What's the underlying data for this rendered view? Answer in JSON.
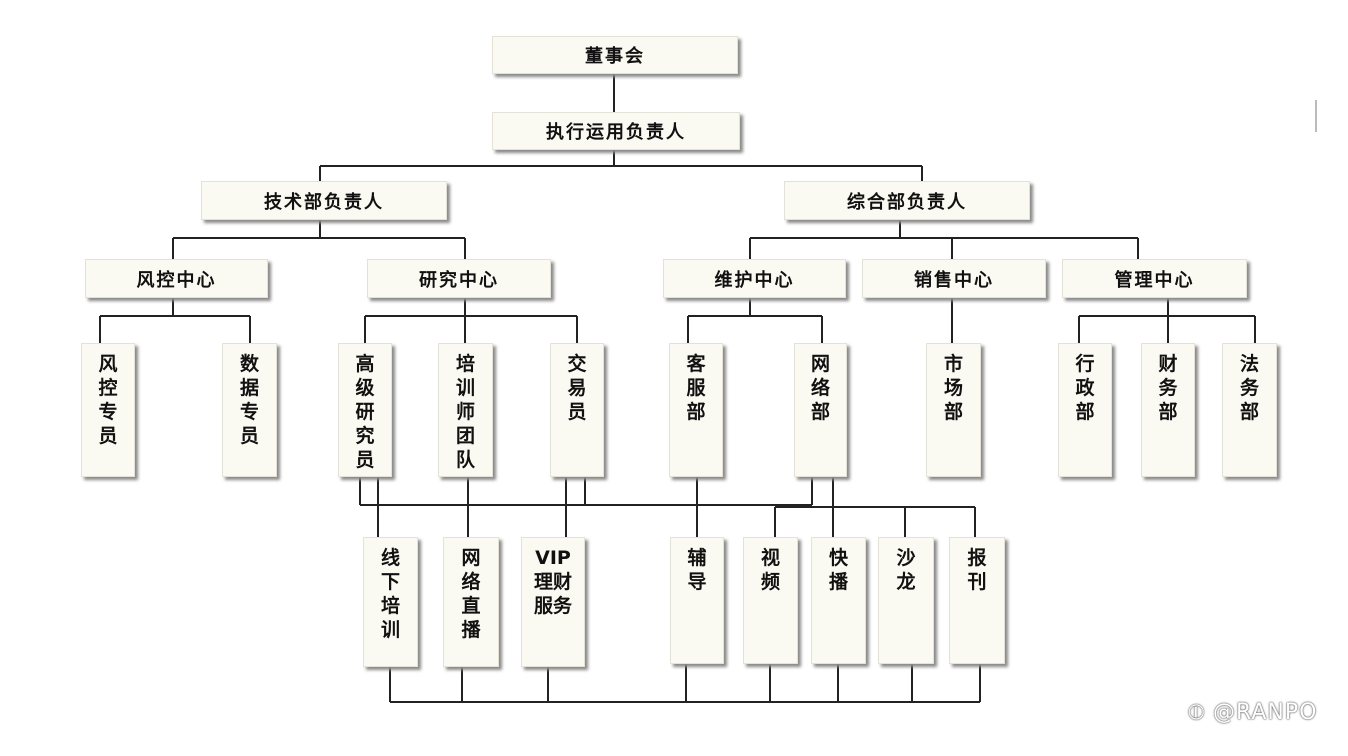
{
  "level1": {
    "board": "董事会",
    "exec": "执行运用负责人"
  },
  "level2": {
    "tech": "技术部负责人",
    "general": "综合部负责人"
  },
  "level3": {
    "risk": "风控中心",
    "research": "研究中心",
    "maintain": "维护中心",
    "sales": "销售中心",
    "manage": "管理中心"
  },
  "level4": {
    "risk_staff": "风控专员",
    "data_staff": "数据专员",
    "senior_researcher": "高级研究员",
    "trainer_team": "培训师团队",
    "trader": "交易员",
    "customer_service": "客服部",
    "network": "网络部",
    "market": "市场部",
    "admin": "行政部",
    "finance": "财务部",
    "legal": "法务部"
  },
  "level5": {
    "offline_training": "线下培训",
    "live": "网络直播",
    "vip": "VIP理财服务",
    "tutoring": "辅导",
    "video": "视频",
    "flash": "快播",
    "salon": "沙龙",
    "journal": "报刊"
  },
  "watermark": "⦶ @RANPO"
}
